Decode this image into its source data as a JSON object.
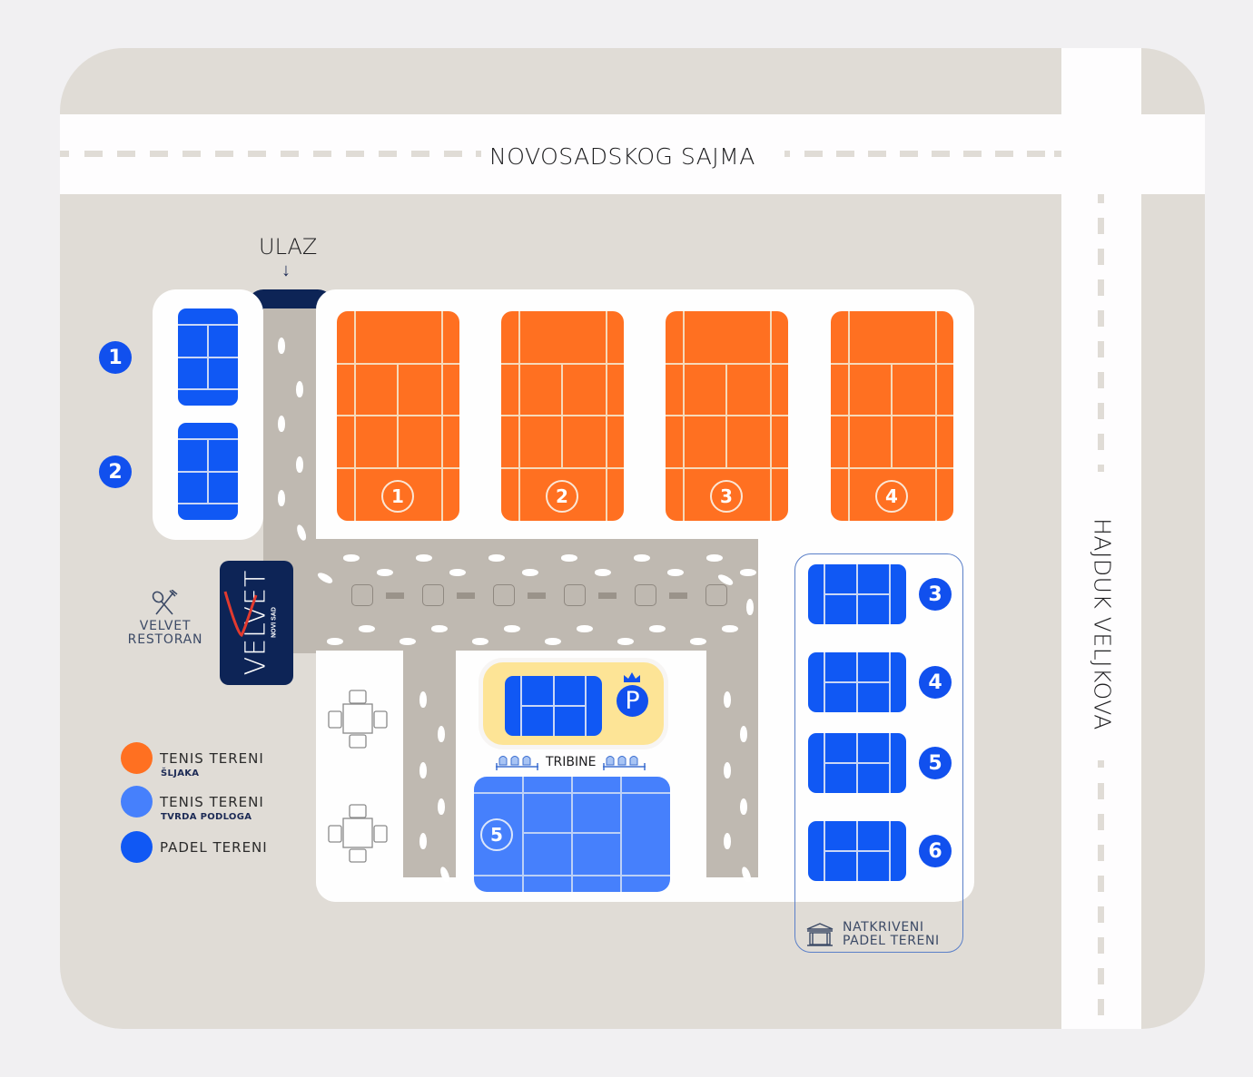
{
  "streets": {
    "top": "NOVOSADSKOG SAJMA",
    "right": "HAJDUK VELJKOVA"
  },
  "entrance": {
    "label": "ULAZ",
    "arrow": "↓"
  },
  "tennis_clay_courts": [
    {
      "number": "1"
    },
    {
      "number": "2"
    },
    {
      "number": "3"
    },
    {
      "number": "4"
    }
  ],
  "padel_courts_left": [
    {
      "number": "1"
    },
    {
      "number": "2"
    }
  ],
  "padel_courts_covered": [
    {
      "number": "3"
    },
    {
      "number": "4"
    },
    {
      "number": "5"
    },
    {
      "number": "6"
    }
  ],
  "hard_court": {
    "number": "5"
  },
  "premium_padel": {
    "badge": "P",
    "icon": "crown-icon"
  },
  "tribune": {
    "label": "TRIBINE"
  },
  "restaurant": {
    "label_line1": "VELVET",
    "label_line2": "RESTORAN",
    "logo_text": "VELVET",
    "logo_sub": "NOVI SAD",
    "icon": "cutlery-icon"
  },
  "covered_area": {
    "label_line1": "NATKRIVENI",
    "label_line2": "PADEL TERENI",
    "icon": "pavilion-icon"
  },
  "legend": [
    {
      "label": "TENIS TERENI",
      "sub": "ŠLJAKA",
      "color": "#ff7021"
    },
    {
      "label": "TENIS TERENI",
      "sub": "TVRDA PODLOGA",
      "color": "#4680fc"
    },
    {
      "label": "PADEL TERENI",
      "sub": "",
      "color": "#1058f4"
    }
  ],
  "colors": {
    "clay": "#ff7021",
    "hard": "#4680fc",
    "padel": "#1058f4",
    "navy": "#0d2456",
    "premium_bg": "#fde496"
  }
}
